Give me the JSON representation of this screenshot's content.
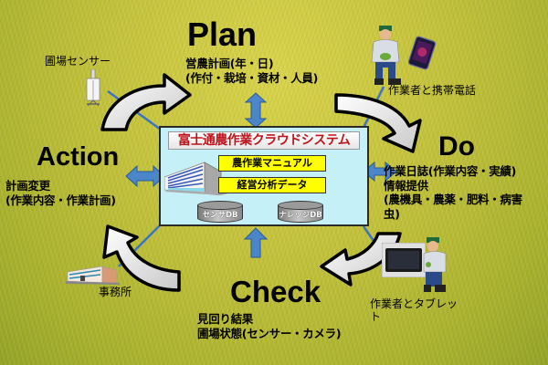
{
  "phases": {
    "plan": {
      "title": "Plan",
      "lines": [
        "営農計画(年・日)",
        "(作付・栽培・資材・人員)"
      ]
    },
    "do": {
      "title": "Do",
      "lines": [
        "作業日誌(作業内容・実績)",
        "情報提供",
        "(農機具・農薬・肥料・病害",
        "虫)"
      ]
    },
    "check": {
      "title": "Check",
      "lines": [
        "見回り結果",
        "圃場状態(センサー・カメラ)"
      ]
    },
    "action": {
      "title": "Action",
      "lines": [
        "計画変更",
        "(作業内容・作業計画)"
      ]
    }
  },
  "cloud_system": {
    "title": "富士通農作業クラウドシステム",
    "modules": [
      "農作業マニュアル",
      "経営分析データ"
    ],
    "databases": [
      "センサDB",
      "ナレッジDB"
    ]
  },
  "devices": {
    "field_sensor": "圃場センサー",
    "worker_phone": "作業者と携帯電話",
    "worker_tablet": "作業者とタブレット",
    "office": "事務所"
  },
  "colors": {
    "title_red": "#c0141c",
    "box_cyan": "#c5f0f8",
    "module_yellow": "#ffff00",
    "arrow_blue": "#4a86c8",
    "link_blue": "#3a74c4"
  }
}
